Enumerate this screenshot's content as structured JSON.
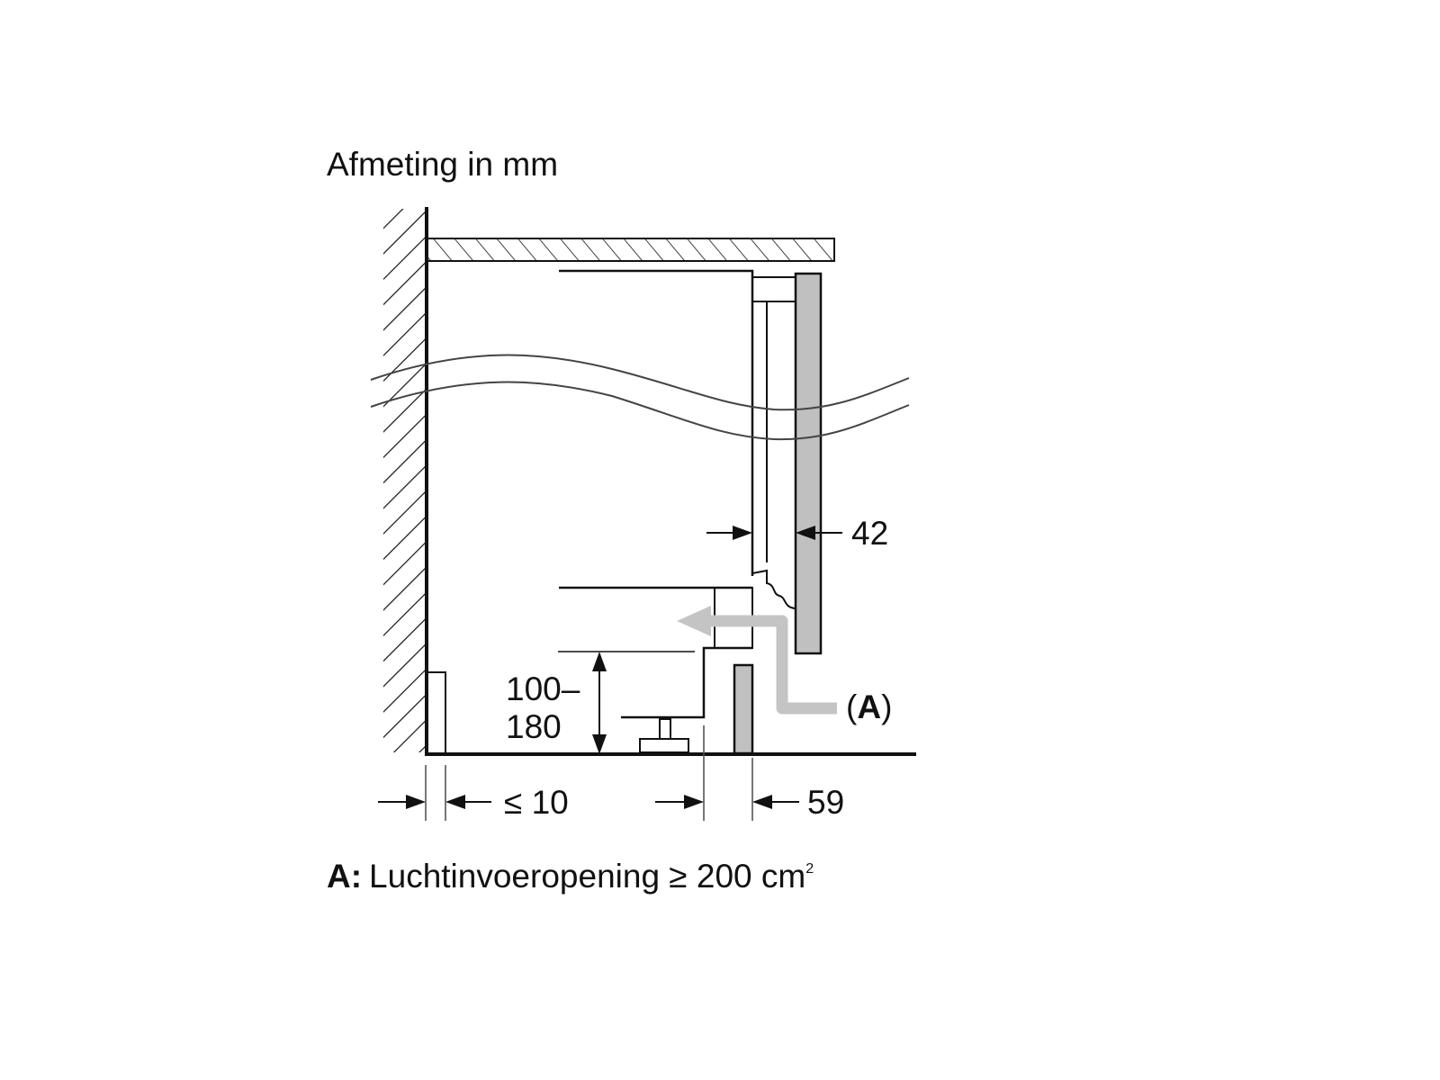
{
  "title": "Afmeting in mm",
  "dimensions": {
    "door_gap": "42",
    "plinth_height_line1": "100–",
    "plinth_height_line2": "180",
    "wall_gap": "≤ 10",
    "plinth_depth": "59"
  },
  "callout": {
    "open_paren": "(",
    "label": "A",
    "close_paren": ")"
  },
  "legend": {
    "key": "A:",
    "text": "Luchtinvoeropening ≥ 200 cm",
    "superscript": "2"
  },
  "colors": {
    "line": "#111111",
    "panel_fill": "#c0c0c0",
    "airflow_arrow": "#c4c4c4"
  }
}
